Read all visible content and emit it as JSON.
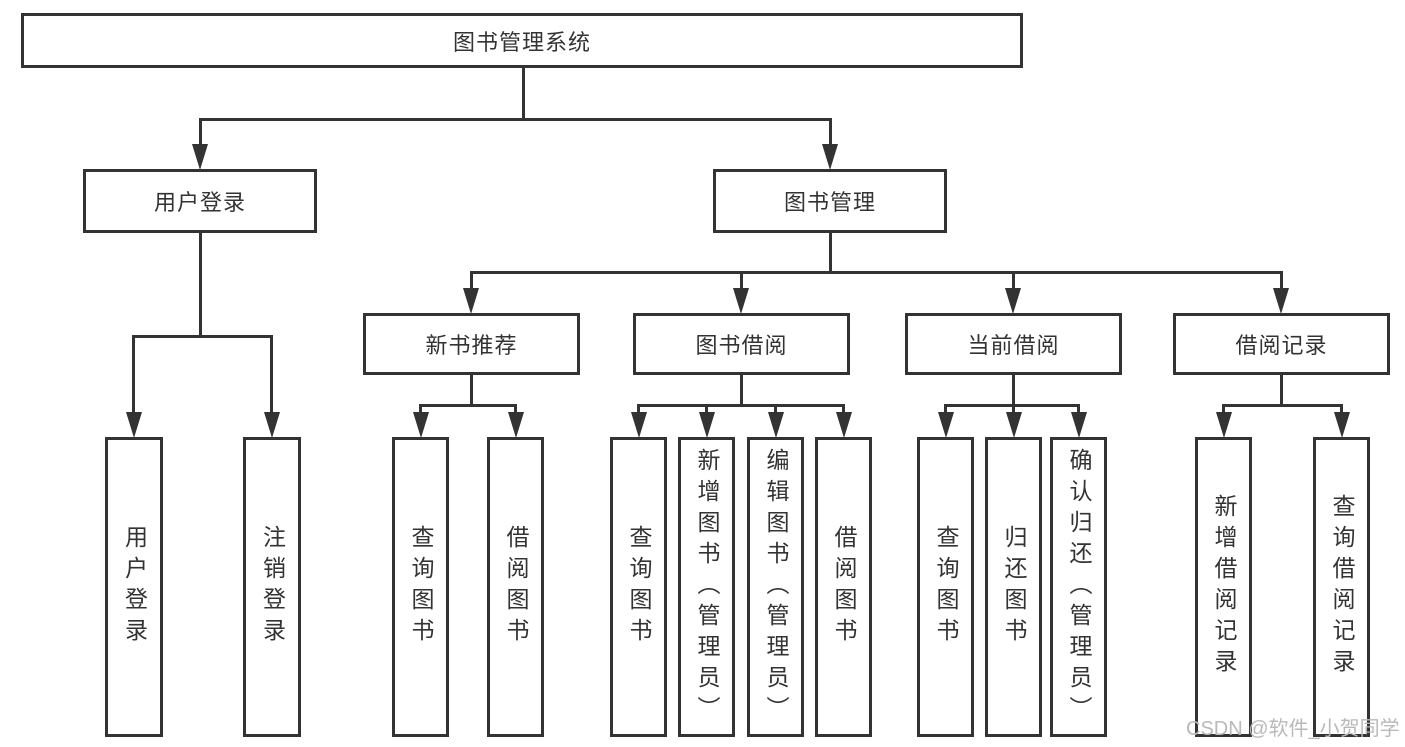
{
  "diagram": {
    "root": {
      "label": "图书管理系统"
    },
    "user_login": {
      "label": "用户登录",
      "children": [
        {
          "label": "用户登录"
        },
        {
          "label": "注销登录"
        }
      ]
    },
    "book_mgmt": {
      "label": "图书管理",
      "sections": [
        {
          "label": "新书推荐",
          "children": [
            {
              "label": "查询图书"
            },
            {
              "label": "借阅图书"
            }
          ]
        },
        {
          "label": "图书借阅",
          "children": [
            {
              "label": "查询图书"
            },
            {
              "label": "新增图书（管理员）"
            },
            {
              "label": "编辑图书（管理员）"
            },
            {
              "label": "借阅图书"
            }
          ]
        },
        {
          "label": "当前借阅",
          "children": [
            {
              "label": "查询图书"
            },
            {
              "label": "归还图书"
            },
            {
              "label": "确认归还（管理员）"
            }
          ]
        },
        {
          "label": "借阅记录",
          "children": [
            {
              "label": "新增借阅记录"
            },
            {
              "label": "查询借阅记录"
            }
          ]
        }
      ]
    },
    "watermark": "CSDN @软件_小贺同学",
    "colors": {
      "line": "#333333",
      "text": "#333333",
      "watermark": "#b9b9b9",
      "background": "#ffffff"
    }
  }
}
